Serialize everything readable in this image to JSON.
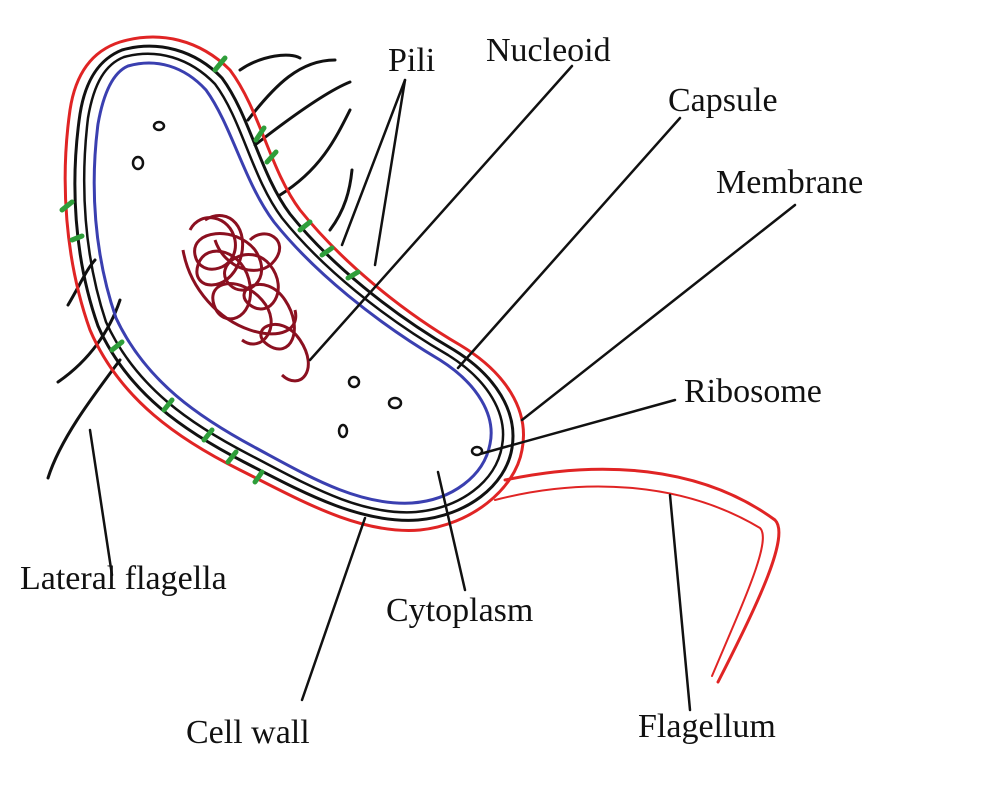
{
  "labels": {
    "pili": "Pili",
    "nucleoid": "Nucleoid",
    "capsule": "Capsule",
    "membrane": "Membrane",
    "ribosome": "Ribosome",
    "lateral_flagella": "Lateral flagella",
    "cytoplasm": "Cytoplasm",
    "cell_wall": "Cell wall",
    "flagellum": "Flagellum"
  },
  "colors": {
    "capsule": "#e02424",
    "cell_wall": "#111111",
    "membrane": "#3a3fb0",
    "nucleoid": "#8b1020",
    "pili": "#2e9e3a",
    "leader_lines": "#111111"
  }
}
